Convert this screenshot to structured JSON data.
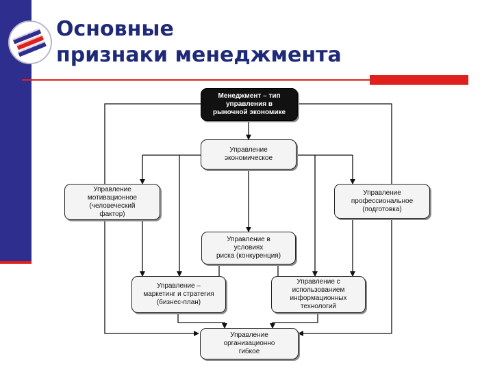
{
  "slide": {
    "title_line1": "Основные",
    "title_line2": "признаки менеджмента"
  },
  "colors": {
    "sidebar": "#2e2e8e",
    "accent_red": "#e0201c",
    "title": "#1e2a78"
  },
  "icons": {
    "logo": "stacked-books-icon"
  },
  "diagram": {
    "nodes": {
      "management": "Менеджмент – тип\nуправления в\nрыночной экономике",
      "economic": "Управление\nэкономическое",
      "motivational": "Управление\nмотивационное\n(человеческий\nфактор)",
      "professional": "Управление\nпрофессиональное\n(подготовка)",
      "risk": "Управление в\nусловиях\nриска (конкуренция)",
      "marketing": "Управление –\nмаркетинг и стратегия\n(бизнес-план)",
      "it": "Управление с\nиспользованием\nинформационных\nтехнологий",
      "flexible": "Управление\nорганизационно\nгибкое"
    }
  }
}
